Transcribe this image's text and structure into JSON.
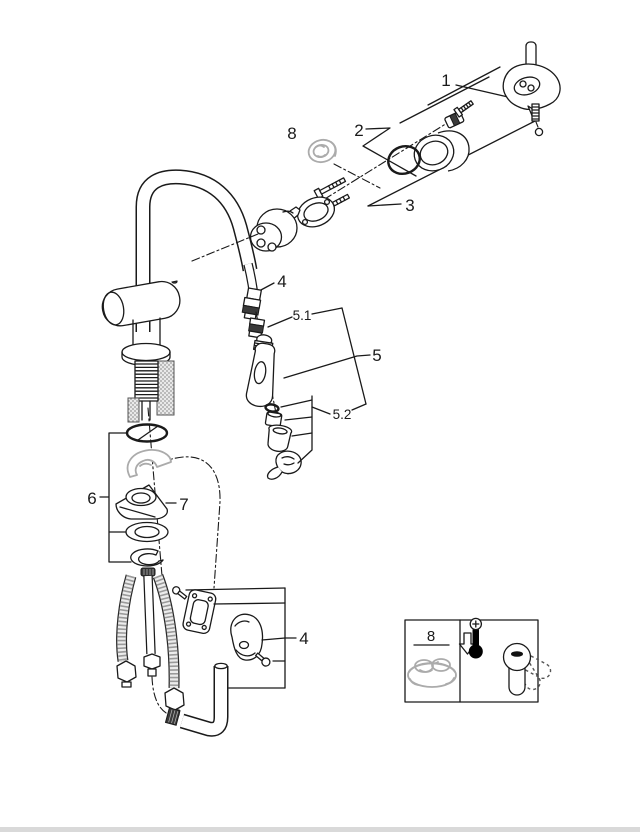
{
  "document": {
    "type": "exploded-parts-diagram",
    "subject": "pull-out spray single-lever kitchen faucet"
  },
  "callouts": {
    "lever_handle": "1",
    "cartridge_cap": "2",
    "cartridge": "3",
    "pullout_hose": "4",
    "hose_weight_set": "4",
    "spray_head": "5",
    "spray_coupling": "5.1",
    "spray_aerator": "5.2",
    "mounting_set": "6",
    "mounting_bracket": "7",
    "temperature_limiter": "8",
    "inset_limiter": "8"
  },
  "colors": {
    "ink": "#1a1a1a",
    "ghost_gray": "#ababab",
    "dark_fill": "#3a3a3a",
    "footer_bar": "#d9d9d9",
    "background": "#ffffff"
  }
}
